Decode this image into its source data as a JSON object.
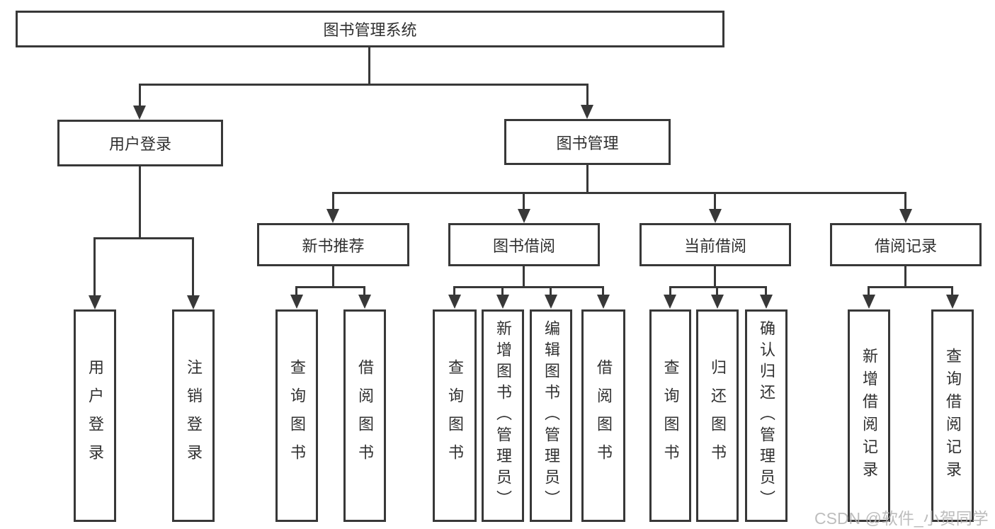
{
  "tree": {
    "label": "图书管理系统",
    "children": [
      {
        "label": "用户登录",
        "children": [
          {
            "label": "用户登录"
          },
          {
            "label": "注销登录"
          }
        ]
      },
      {
        "label": "图书管理",
        "children": [
          {
            "label": "新书推荐",
            "children": [
              {
                "label": "查询图书"
              },
              {
                "label": "借阅图书"
              }
            ]
          },
          {
            "label": "图书借阅",
            "children": [
              {
                "label": "查询图书"
              },
              {
                "label": "新增图书（管理员）"
              },
              {
                "label": "编辑图书（管理员）"
              },
              {
                "label": "借阅图书"
              }
            ]
          },
          {
            "label": "当前借阅",
            "children": [
              {
                "label": "查询图书"
              },
              {
                "label": "归还图书"
              },
              {
                "label": "确认归还（管理员）"
              }
            ]
          },
          {
            "label": "借阅记录",
            "children": [
              {
                "label": "新增借阅记录"
              },
              {
                "label": "查询借阅记录"
              }
            ]
          }
        ]
      }
    ]
  },
  "watermark": "CSDN @软件_小贺同学",
  "colors": {
    "line": "#383838",
    "text": "#303030",
    "watermark": "#b2b2b2",
    "background": "#ffffff"
  }
}
